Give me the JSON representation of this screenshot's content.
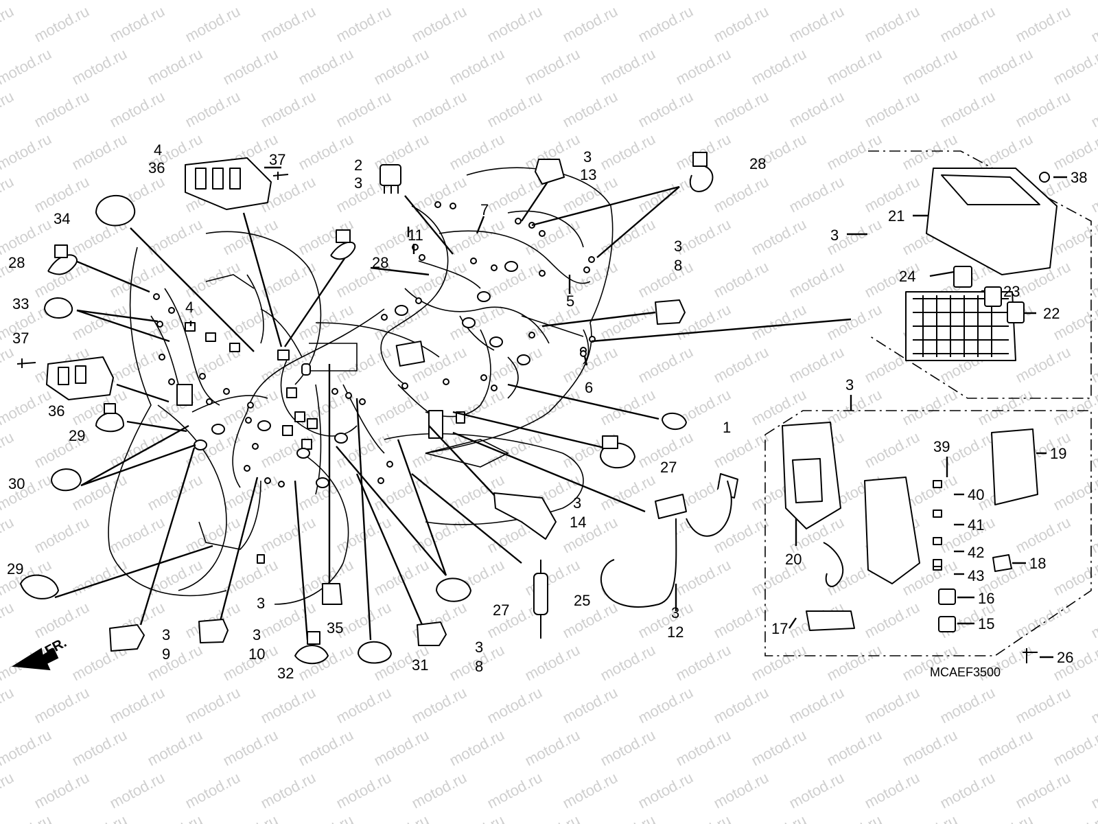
{
  "watermark": "motod.ru",
  "diagram_code": "MCAEF3500",
  "front_marker": "FR.",
  "callouts": {
    "c1": "1",
    "c2a": "2",
    "c2b": "3",
    "c3_8a": "3",
    "c3_8b": "8",
    "c3_13a": "3",
    "c3_13b": "13",
    "c3_14a": "3",
    "c3_14b": "14",
    "c3_12a": "3",
    "c3_12b": "12",
    "c3_9a": "3",
    "c3_9b": "9",
    "c3_10a": "3",
    "c3_10b": "10",
    "c3_8c": "3",
    "c3_8d": "8",
    "c3_mid": "3",
    "c3_box1": "3",
    "c3_box2": "3",
    "c4a": "4",
    "c36a": "36",
    "c4b": "4",
    "c5": "5",
    "c6": "6",
    "c7": "7",
    "c11": "11",
    "c15": "15",
    "c16": "16",
    "c17": "17",
    "c18": "18",
    "c19": "19",
    "c20": "20",
    "c21": "21",
    "c22": "22",
    "c23": "23",
    "c24": "24",
    "c25": "25",
    "c26": "26",
    "c27a": "27",
    "c27b": "27",
    "c28a": "28",
    "c28b": "28",
    "c28c": "28",
    "c29a": "29",
    "c29b": "29",
    "c30": "30",
    "c31": "31",
    "c32": "32",
    "c33": "33",
    "c34": "34",
    "c35": "35",
    "c36b": "36",
    "c37a": "37",
    "c37b": "37",
    "c38": "38",
    "c39": "39",
    "c40": "40",
    "c41": "41",
    "c42": "42",
    "c43": "43"
  }
}
